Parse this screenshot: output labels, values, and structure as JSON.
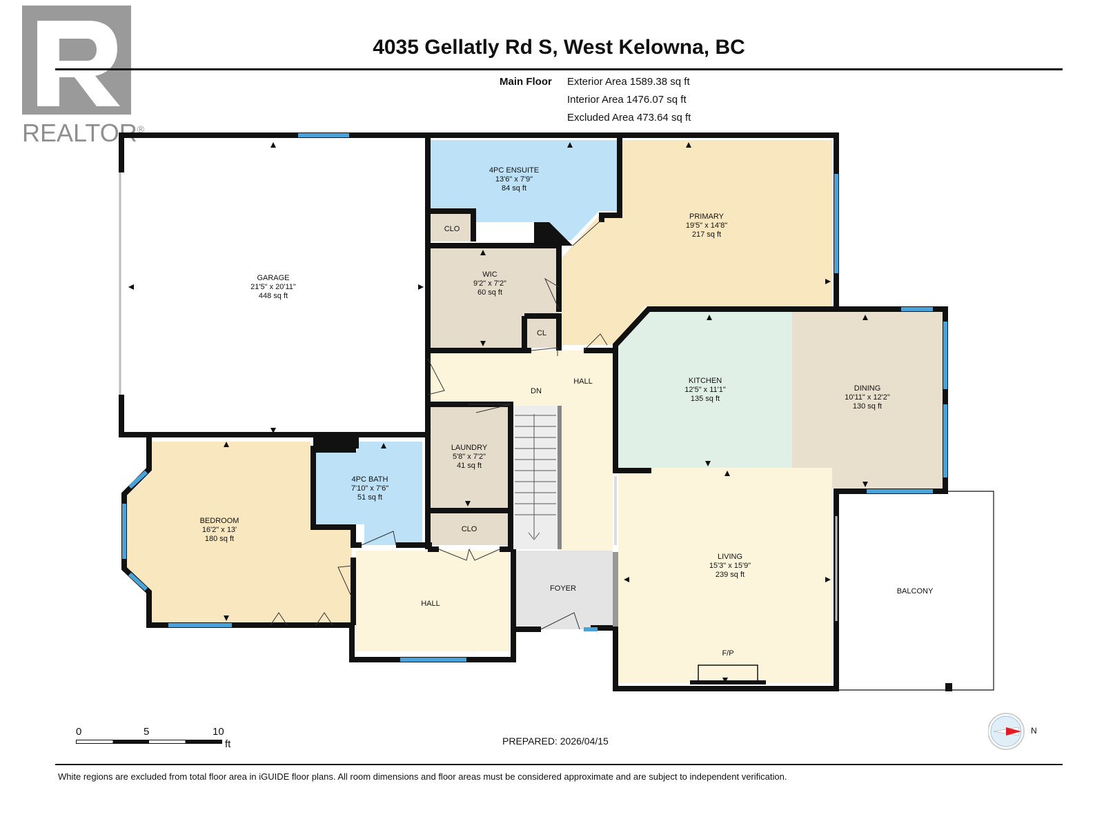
{
  "logo": {
    "text": "REALTOR",
    "mark": "®"
  },
  "title": "4035 Gellatly Rd S, West Kelowna, BC",
  "floor": {
    "name": "Main Floor",
    "areas": [
      "Exterior Area 1589.38 sq ft",
      "Interior Area 1476.07 sq ft",
      "Excluded Area 473.64 sq ft"
    ]
  },
  "rooms": {
    "garage": {
      "name": "GARAGE",
      "dims": "21'5\" x 20'11\"",
      "area": "448 sq ft"
    },
    "ensuite": {
      "name": "4PC ENSUITE",
      "dims": "13'6\" x 7'9\"",
      "area": "84 sq ft"
    },
    "primary": {
      "name": "PRIMARY",
      "dims": "19'5\" x 14'8\"",
      "area": "217 sq ft"
    },
    "wic": {
      "name": "WIC",
      "dims": "9'2\" x 7'2\"",
      "area": "60 sq ft"
    },
    "kitchen": {
      "name": "KITCHEN",
      "dims": "12'5\" x 11'1\"",
      "area": "135 sq ft"
    },
    "dining": {
      "name": "DINING",
      "dims": "10'11\" x 12'2\"",
      "area": "130 sq ft"
    },
    "bedroom": {
      "name": "BEDROOM",
      "dims": "16'2\" x 13'",
      "area": "180 sq ft"
    },
    "bath": {
      "name": "4PC BATH",
      "dims": "7'10\" x 7'6\"",
      "area": "51 sq ft"
    },
    "laundry": {
      "name": "LAUNDRY",
      "dims": "5'8\" x 7'2\"",
      "area": "41 sq ft"
    },
    "living": {
      "name": "LIVING",
      "dims": "15'3\" x 15'9\"",
      "area": "239 sq ft"
    }
  },
  "labels": {
    "clo_top": "CLO",
    "cl": "CL",
    "clo_bottom": "CLO",
    "hall_top": "HALL",
    "dn": "DN",
    "hall_bottom": "HALL",
    "foyer": "FOYER",
    "balcony": "BALCONY",
    "fp": "F/P"
  },
  "scale": {
    "ticks": [
      "0",
      "5",
      "10"
    ],
    "unit": "ft"
  },
  "prepared": "PREPARED: 2026/04/15",
  "compass": {
    "letter": "N"
  },
  "disclaimer": "White regions are excluded from total floor area in iGUIDE floor plans. All room dimensions and floor areas must be considered approximate and are subject to independent verification.",
  "colors": {
    "wall": "#111111",
    "window": "#4aa3d8",
    "ensuite_fill": "#bde1f6",
    "primary_fill": "#f8e7bf",
    "wic_fill": "#e6dccb",
    "kitchen_fill": "#e1f0e6",
    "dining_fill": "#e9dfcd",
    "bedroom_fill": "#f8e7bf",
    "bath_fill": "#bde1f6",
    "laundry_fill": "#e6dccb",
    "hall_fill": "#fcf5dc",
    "living_fill": "#fcf5dc",
    "foyer_fill": "#e4e4e4"
  }
}
